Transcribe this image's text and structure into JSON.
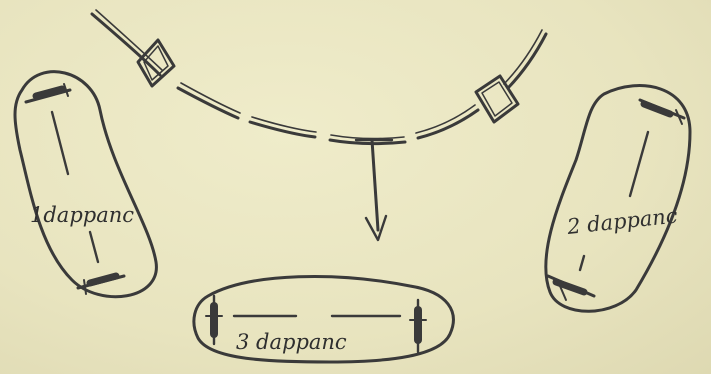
{
  "groups": [
    {
      "id": "group-1",
      "label": "1dappanc"
    },
    {
      "id": "group-2",
      "label": "2 dappanc"
    },
    {
      "id": "group-3",
      "label": "3 dappanc"
    }
  ],
  "colors": {
    "background": "#ebe8c4",
    "ink": "#3a3a3a"
  },
  "icons": {
    "gun": "machine-gun-icon",
    "flag": "lattice-marker-icon",
    "arrow": "arrow-down-icon"
  }
}
